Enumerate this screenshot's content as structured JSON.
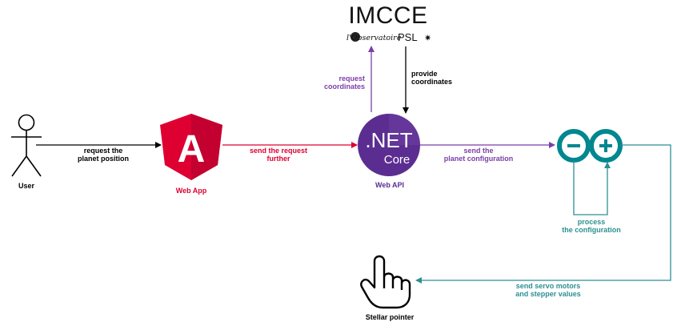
{
  "colors": {
    "black": "#000000",
    "red": "#dd0031",
    "purple": "#7b3fa8",
    "teal": "#2d8f93",
    "net_bg": "#5c2d91"
  },
  "nodes": {
    "user": {
      "label": "User",
      "icon": "stick-figure-icon"
    },
    "webapp": {
      "label": "Web App",
      "icon": "angular-logo-icon",
      "logo_letter": "A"
    },
    "webapi": {
      "label": "Web API",
      "icon": "dotnet-core-logo-icon",
      "logo_line1": ".NET",
      "logo_line2": "Core"
    },
    "imcce": {
      "title": "IMCCE",
      "sub_left": "l'Observatoire",
      "sub_right": "PSL"
    },
    "arduino": {
      "icon": "arduino-logo-icon"
    },
    "pointer": {
      "label": "Stellar pointer",
      "icon": "pointing-hand-icon"
    }
  },
  "edges": {
    "user_webapp": [
      "request the",
      "planet position"
    ],
    "webapp_webapi": [
      "send the request",
      "further"
    ],
    "webapi_imcce": [
      "request",
      "coordinates"
    ],
    "imcce_webapi": [
      "provide",
      "coordinates"
    ],
    "webapi_arduino": [
      "send the",
      "planet configuration"
    ],
    "arduino_loop": [
      "process",
      "the configuration"
    ],
    "arduino_pointer": [
      "send servo motors",
      "and stepper values"
    ]
  }
}
